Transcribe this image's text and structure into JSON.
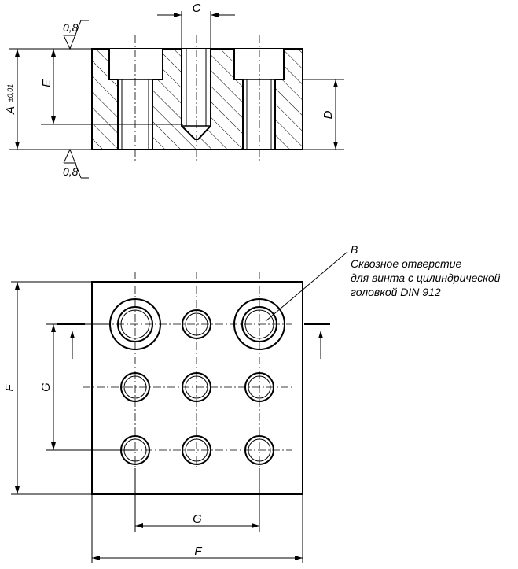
{
  "section_view": {
    "dim_c": "C",
    "dim_e": "E",
    "dim_d": "D",
    "dim_a": "A",
    "dim_a_tol": "±0,01",
    "roughness_top": "0,8",
    "roughness_bottom": "0,8"
  },
  "plan_view": {
    "dim_f_vertical": "F",
    "dim_g_vertical": "G",
    "dim_g_horizontal": "G",
    "dim_f_horizontal": "F",
    "callout_ref": "B",
    "callout_line1": "Сквозное отверстие",
    "callout_line2": "для винта с цилиндрической",
    "callout_line3": "головкой DIN 912"
  }
}
